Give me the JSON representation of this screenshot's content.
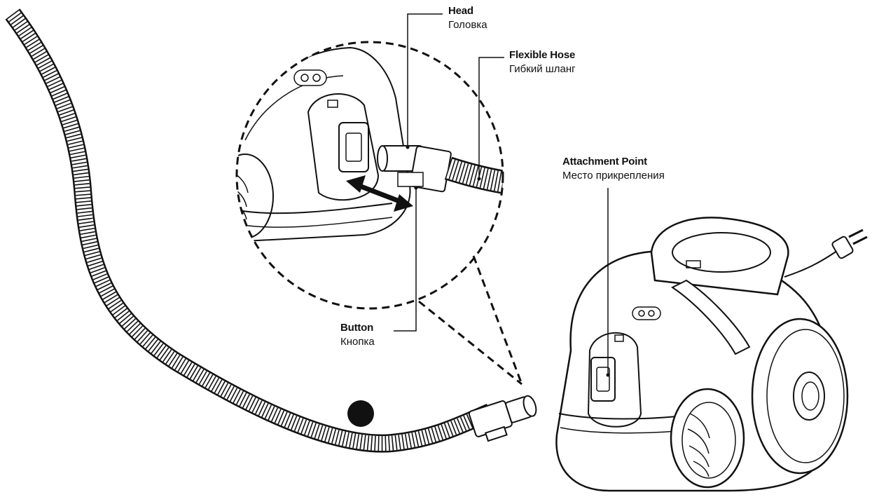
{
  "labels": {
    "head": {
      "en": "Head",
      "ru": "Головка"
    },
    "flexible_hose": {
      "en": "Flexible Hose",
      "ru": "Гибкий шланг"
    },
    "attachment_point": {
      "en": "Attachment Point",
      "ru": "Место прикрепления"
    },
    "button": {
      "en": "Button",
      "ru": "Кнопка"
    }
  },
  "colors": {
    "line": "#111111",
    "fill": "#ffffff"
  }
}
